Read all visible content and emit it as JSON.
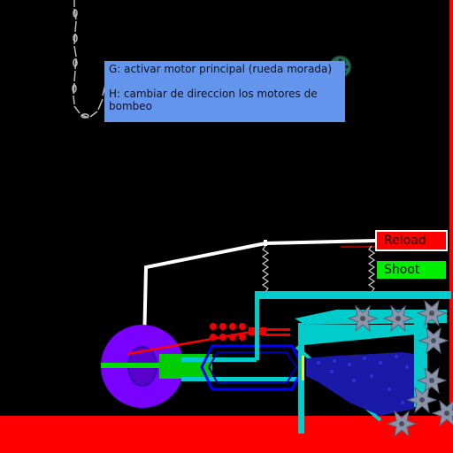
{
  "info": {
    "line1": "G: activar motor principal (rueda morada)",
    "line2": "H: cambiar de direccion los motores de bombeo"
  },
  "buttons": {
    "reload_label": "Reload",
    "shoot_label": "Shoot"
  },
  "icons": {
    "gear": "gear-icon",
    "spiked_wheel": "spiked-wheel-icon"
  },
  "colors": {
    "background": "#000000",
    "ground": "#ff0000",
    "panel": "#6495ed",
    "wheel": "#7a00ff",
    "hopper": "#00cccc",
    "particles": "#1a1aa8",
    "reload": "#ff0000",
    "shoot": "#00ee00"
  }
}
